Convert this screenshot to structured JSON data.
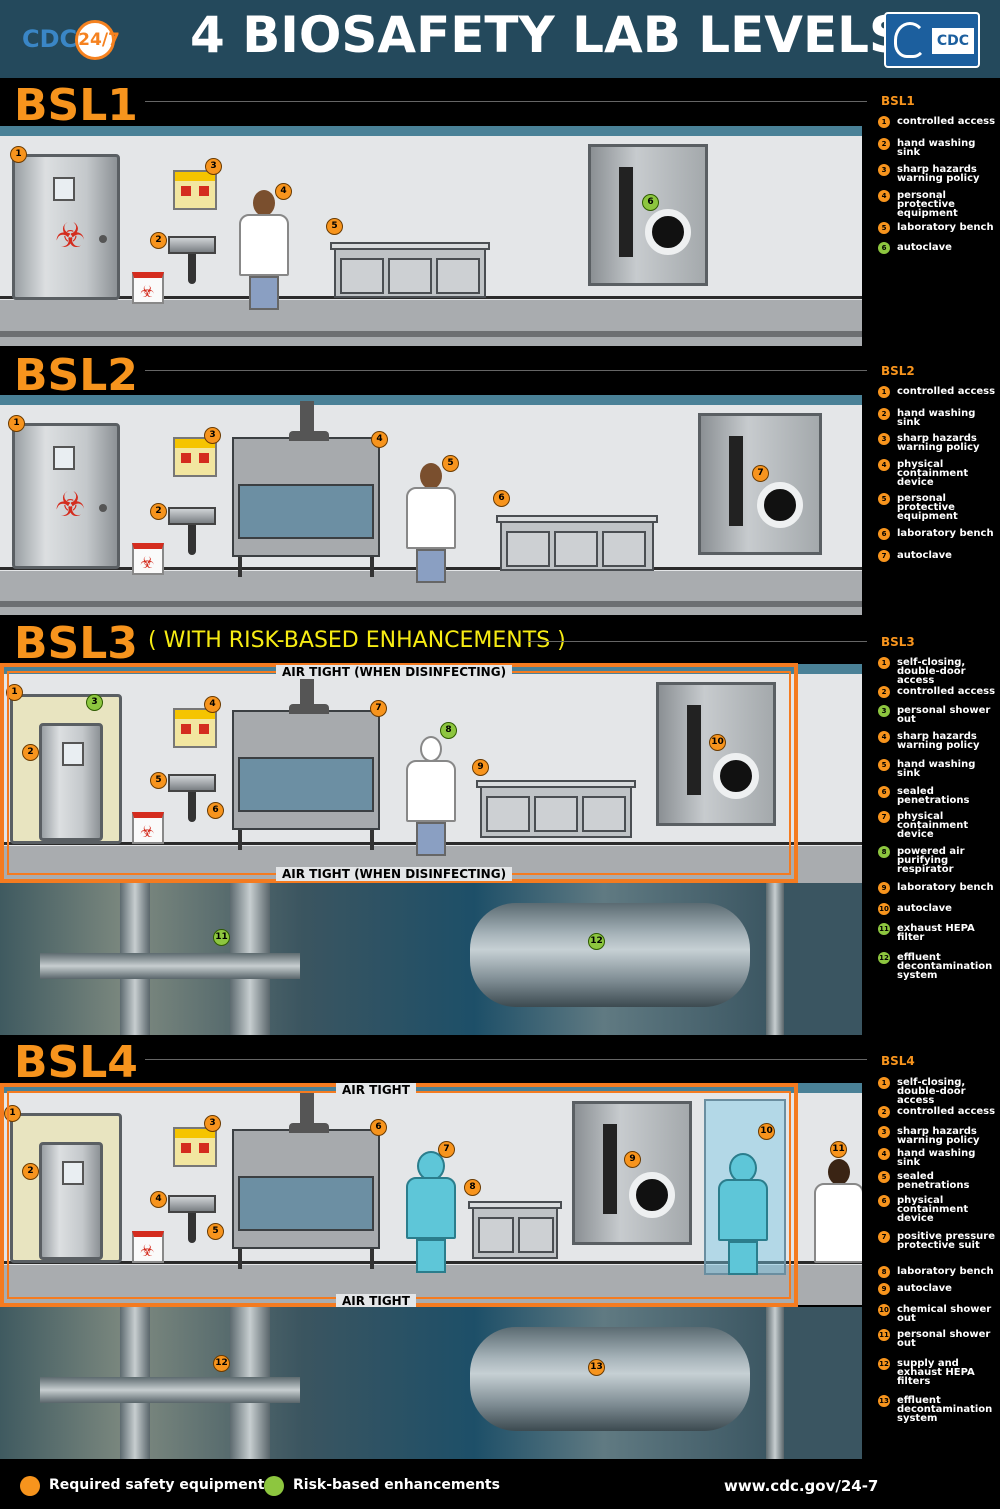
{
  "header": {
    "title": "4 BIOSAFETY LAB LEVELS",
    "brand_left_text": "CDC",
    "brand_left_badge": "24/7",
    "brand_right_text": "CDC"
  },
  "levels": {
    "bsl1": {
      "title": "BSL1"
    },
    "bsl2": {
      "title": "BSL2"
    },
    "bsl3": {
      "title": "BSL3",
      "subtitle": "( WITH RISK-BASED ENHANCEMENTS )",
      "airtight_top": "AIR TIGHT  (WHEN DISINFECTING)",
      "airtight_bottom": "AIR TIGHT  (WHEN DISINFECTING)"
    },
    "bsl4": {
      "title": "BSL4",
      "airtight_top": "AIR TIGHT",
      "airtight_bottom": "AIR TIGHT"
    }
  },
  "legend": {
    "bsl1": {
      "title": "BSL1",
      "items": [
        {
          "n": "1",
          "label": "controlled access",
          "kind": "required"
        },
        {
          "n": "2",
          "label": "hand washing sink",
          "kind": "required"
        },
        {
          "n": "3",
          "label": "sharp hazards warning policy",
          "kind": "required"
        },
        {
          "n": "4",
          "label": "personal protective equipment",
          "kind": "required"
        },
        {
          "n": "5",
          "label": "laboratory bench",
          "kind": "required"
        },
        {
          "n": "6",
          "label": "autoclave",
          "kind": "enhancement"
        }
      ]
    },
    "bsl2": {
      "title": "BSL2",
      "items": [
        {
          "n": "1",
          "label": "controlled access",
          "kind": "required"
        },
        {
          "n": "2",
          "label": "hand washing sink",
          "kind": "required"
        },
        {
          "n": "3",
          "label": "sharp hazards warning policy",
          "kind": "required"
        },
        {
          "n": "4",
          "label": "physical containment device",
          "kind": "required"
        },
        {
          "n": "5",
          "label": "personal protective equipment",
          "kind": "required"
        },
        {
          "n": "6",
          "label": "laboratory bench",
          "kind": "required"
        },
        {
          "n": "7",
          "label": "autoclave",
          "kind": "required"
        }
      ]
    },
    "bsl3": {
      "title": "BSL3",
      "items": [
        {
          "n": "1",
          "label": "self-closing, double-door access",
          "kind": "required"
        },
        {
          "n": "2",
          "label": "controlled access",
          "kind": "required"
        },
        {
          "n": "3",
          "label": "personal shower out",
          "kind": "enhancement"
        },
        {
          "n": "4",
          "label": "sharp hazards warning policy",
          "kind": "required"
        },
        {
          "n": "5",
          "label": "hand washing sink",
          "kind": "required"
        },
        {
          "n": "6",
          "label": "sealed penetrations",
          "kind": "required"
        },
        {
          "n": "7",
          "label": "physical containment device",
          "kind": "required"
        },
        {
          "n": "8",
          "label": "powered air purifying respirator",
          "kind": "enhancement"
        },
        {
          "n": "9",
          "label": "laboratory bench",
          "kind": "required"
        },
        {
          "n": "10",
          "label": "autoclave",
          "kind": "required"
        },
        {
          "n": "11",
          "label": "exhaust HEPA filter",
          "kind": "enhancement"
        },
        {
          "n": "12",
          "label": "effluent decontamination system",
          "kind": "enhancement"
        }
      ]
    },
    "bsl4": {
      "title": "BSL4",
      "items": [
        {
          "n": "1",
          "label": "self-closing, double-door access",
          "kind": "required"
        },
        {
          "n": "2",
          "label": "controlled access",
          "kind": "required"
        },
        {
          "n": "3",
          "label": "sharp hazards warning policy",
          "kind": "required"
        },
        {
          "n": "4",
          "label": "hand washing sink",
          "kind": "required"
        },
        {
          "n": "5",
          "label": "sealed penetrations",
          "kind": "required"
        },
        {
          "n": "6",
          "label": "physical containment device",
          "kind": "required"
        },
        {
          "n": "7",
          "label": "positive pressure protective suit",
          "kind": "required"
        },
        {
          "n": "8",
          "label": "laboratory bench",
          "kind": "required"
        },
        {
          "n": "9",
          "label": "autoclave",
          "kind": "required"
        },
        {
          "n": "10",
          "label": "chemical shower out",
          "kind": "required"
        },
        {
          "n": "11",
          "label": "personal shower out",
          "kind": "required"
        },
        {
          "n": "12",
          "label": "supply and exhaust HEPA filters",
          "kind": "required"
        },
        {
          "n": "13",
          "label": "effluent decontamination system",
          "kind": "required"
        }
      ]
    }
  },
  "footer": {
    "required_label": "Required safety equipment",
    "enhancement_label": "Risk-based enhancements",
    "url": "www.cdc.gov/24-7",
    "required_color": "#f7941d",
    "enhancement_color": "#8dc63f"
  }
}
